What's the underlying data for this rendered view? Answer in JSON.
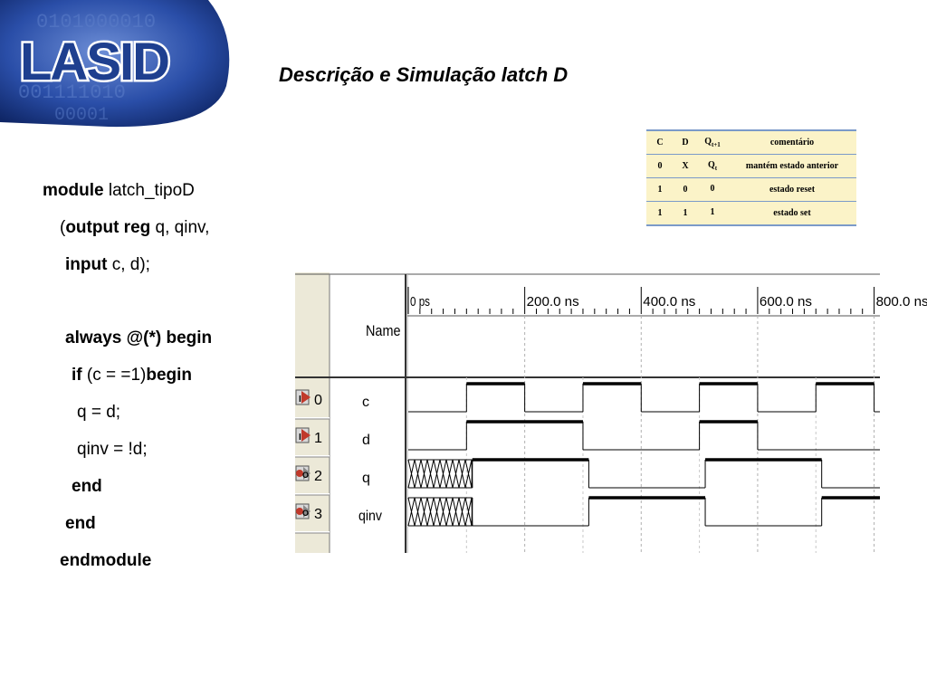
{
  "logo": {
    "text": "LASID"
  },
  "slide": {
    "title": "Descrição e Simulação latch D"
  },
  "code": {
    "line1": {
      "kw": "module",
      "rest": " latch_tipoD"
    },
    "line2": {
      "pre": "(",
      "kw": "output reg",
      "rest": " q, qinv,"
    },
    "line3": {
      "kw": "input",
      "rest": " c, d);"
    },
    "line4": {
      "kw": "always @(*) begin"
    },
    "line5": {
      "kw1": "if",
      "mid": " (c = =1)",
      "kw2": "begin"
    },
    "line6": {
      "text": "q = d;"
    },
    "line7": {
      "text": "qinv = !d;"
    },
    "line8": {
      "kw": "end"
    },
    "line9": {
      "kw": "end"
    },
    "line10": {
      "kw": "endmodule"
    }
  },
  "truth_table": {
    "header": {
      "c": "C",
      "d": "D",
      "q": "Q",
      "q_sub": "t+1",
      "comment": "comentário"
    },
    "rows": [
      {
        "c": "0",
        "d": "X",
        "q": "Q",
        "q_sub": "t",
        "comment": "mantém estado anterior"
      },
      {
        "c": "1",
        "d": "0",
        "q": "0",
        "q_sub": "",
        "comment": "estado reset"
      },
      {
        "c": "1",
        "d": "1",
        "q": "1",
        "q_sub": "",
        "comment": "estado set"
      }
    ]
  },
  "waveform": {
    "name_header": "Name",
    "ticks": [
      "0 ps",
      "200.0 ns",
      "400.0 ns",
      "600.0 ns",
      "800.0 ns"
    ],
    "tick_values_ns": [
      0,
      200,
      400,
      600,
      800
    ],
    "view_end_ns": 810,
    "signals": [
      {
        "index": "0",
        "name": "c",
        "kind": "input",
        "segments": [
          [
            0,
            100,
            0
          ],
          [
            100,
            200,
            1
          ],
          [
            200,
            300,
            0
          ],
          [
            300,
            400,
            1
          ],
          [
            400,
            500,
            0
          ],
          [
            500,
            600,
            1
          ],
          [
            600,
            700,
            0
          ],
          [
            700,
            800,
            1
          ],
          [
            800,
            810,
            0
          ]
        ]
      },
      {
        "index": "1",
        "name": "d",
        "kind": "input",
        "segments": [
          [
            0,
            100,
            0
          ],
          [
            100,
            300,
            1
          ],
          [
            300,
            500,
            0
          ],
          [
            500,
            600,
            1
          ],
          [
            600,
            810,
            0
          ]
        ]
      },
      {
        "index": "2",
        "name": "q",
        "kind": "output",
        "segments": [
          [
            0,
            110,
            "x"
          ],
          [
            110,
            310,
            1
          ],
          [
            310,
            510,
            0
          ],
          [
            510,
            710,
            1
          ],
          [
            710,
            810,
            0
          ]
        ]
      },
      {
        "index": "3",
        "name": "qinv",
        "kind": "output",
        "segments": [
          [
            0,
            110,
            "x"
          ],
          [
            110,
            310,
            0
          ],
          [
            310,
            510,
            1
          ],
          [
            510,
            710,
            0
          ],
          [
            710,
            810,
            1
          ]
        ]
      }
    ]
  },
  "colors": {
    "logo_blue": "#1e3f8f",
    "table_bg": "#fbf3c8",
    "table_border": "#7b9ac9",
    "output_icon_red": "#c0392b",
    "grid": "#a0a0a0"
  }
}
